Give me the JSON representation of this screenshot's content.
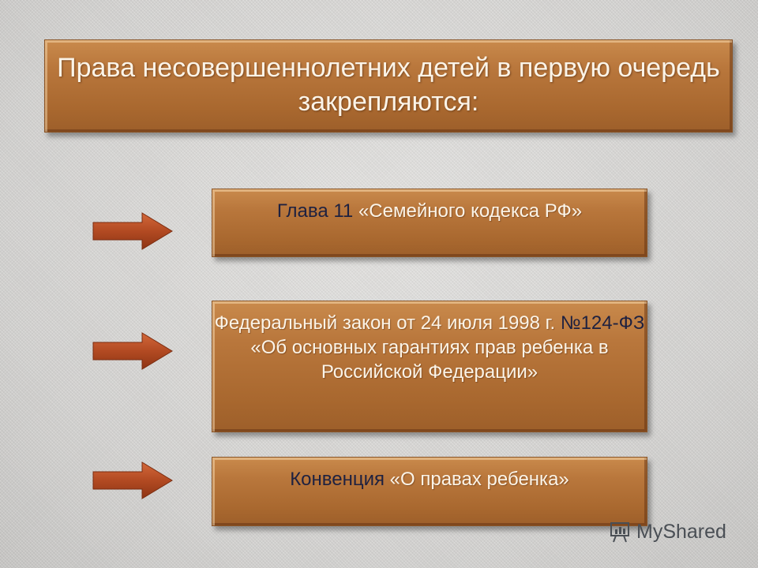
{
  "slide": {
    "title": "Права несовершеннолетних детей в первую очередь закрепляются:",
    "items": [
      {
        "prefix": "Глава 11",
        "text": " «Семейного кодекса РФ»",
        "arrow_icon": "right-arrow-icon"
      },
      {
        "line_start": "Федеральный закон от 24 июля 1998 г. ",
        "highlight": "№124-ФЗ",
        "text": " «Об основных гарантиях прав ребенка в Российской Федерации»",
        "arrow_icon": "right-arrow-icon"
      },
      {
        "prefix": "Конвенция",
        "text": " «О правах ребенка»",
        "arrow_icon": "right-arrow-icon"
      }
    ]
  },
  "watermark": {
    "label": "MyShared",
    "icon": "presentation-board-icon"
  },
  "colors": {
    "box_fill": "#b9773c",
    "arrow_fill": "#b24a22",
    "dark_text": "#1e2140",
    "light_text": "#fbf4e8",
    "background": "#d9d8d6"
  }
}
